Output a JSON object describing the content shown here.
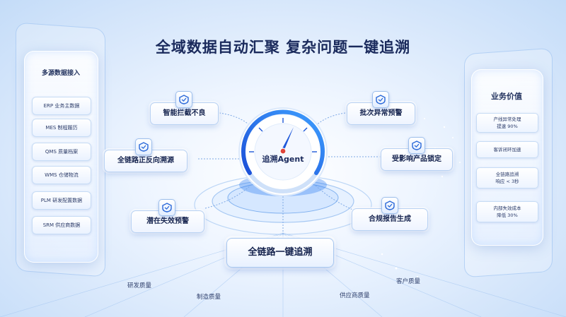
{
  "title": "全域数据自动汇聚  复杂问题一键追溯",
  "sources": {
    "title": "多源数据接入",
    "items": [
      "ERP 业务主数据",
      "MES 制程履历",
      "QMS 质量档案",
      "WMS 仓储物流",
      "PLM 研发配置数据",
      "SRM 供应商数据"
    ]
  },
  "values": {
    "title": "业务价值",
    "items": [
      {
        "line1": "产线异常处理",
        "line2": "提速 90%"
      },
      {
        "line1": "客诉闭环加速",
        "line2": ""
      },
      {
        "line1": "全链路追溯",
        "line2": "响应 < 3秒"
      },
      {
        "line1": "内部失效成本",
        "line2": "降低 30%"
      }
    ]
  },
  "center": {
    "label": "追溯Agent"
  },
  "nodes": {
    "smart_block": "智能拦截不良",
    "batch_alert": "批次异常预警",
    "full_chain": "全链路正反向溯源",
    "affected_lock": "受影响产品锁定",
    "latent_alert": "潜在失效预警",
    "compliance_report": "合规报告生成",
    "one_click": "全链路一键追溯"
  },
  "ground": {
    "rd": "研发质量",
    "mfg": "制造质量",
    "supplier": "供应商质量",
    "customer": "客户质量"
  }
}
